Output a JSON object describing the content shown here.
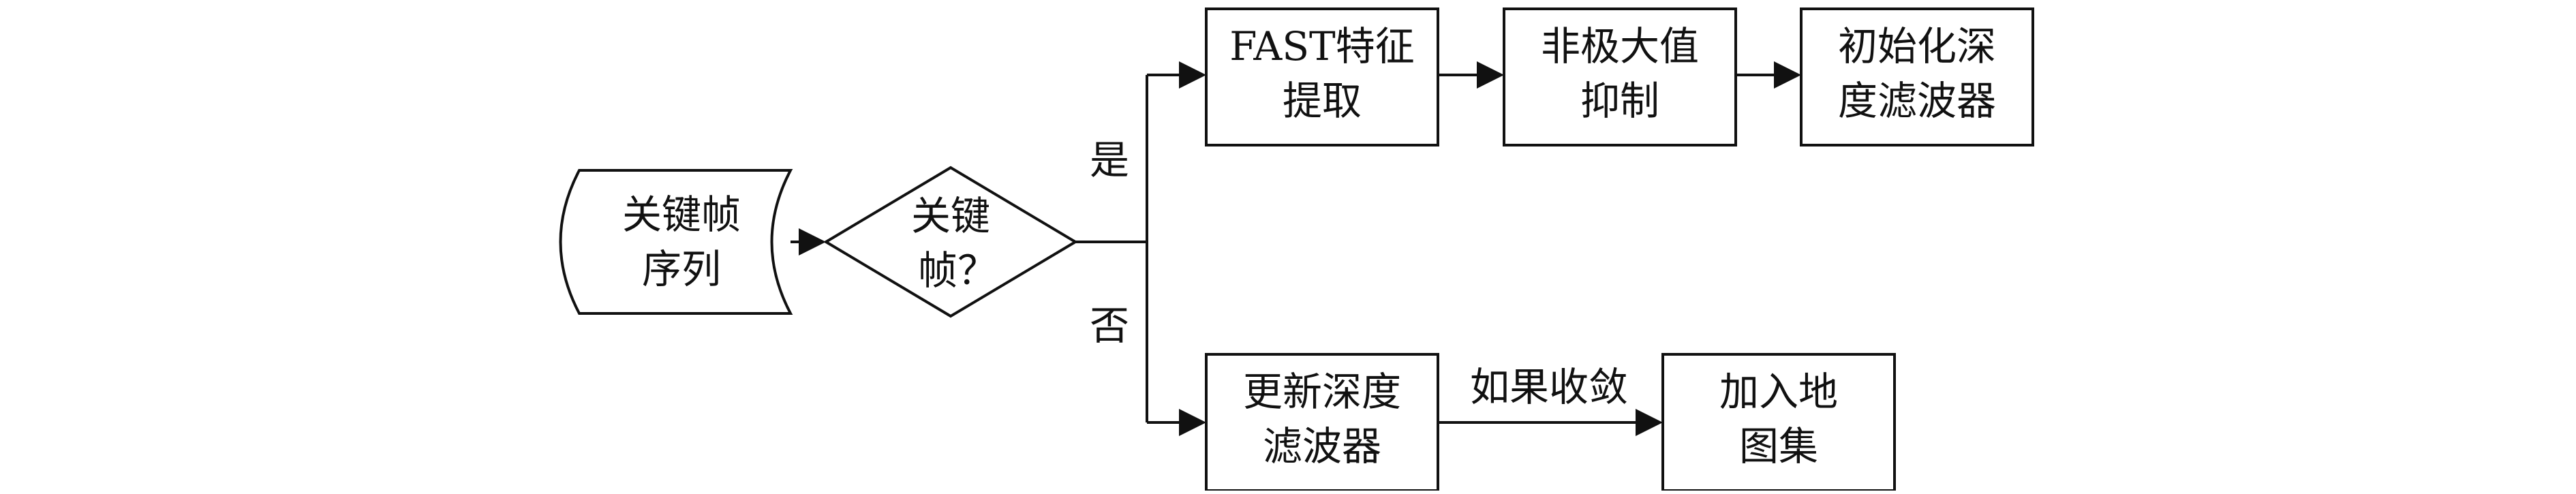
{
  "nodes": {
    "input": {
      "lines": [
        "关键帧",
        "序列"
      ]
    },
    "decision": {
      "lines": [
        "关键",
        "帧？"
      ]
    },
    "fast": {
      "lines": [
        "FAST特征",
        "提取"
      ]
    },
    "nms": {
      "lines": [
        "非极大值",
        "抑制"
      ]
    },
    "init": {
      "lines": [
        "初始化深",
        "度滤波器"
      ]
    },
    "update": {
      "lines": [
        "更新深度",
        "滤波器"
      ]
    },
    "addmap": {
      "lines": [
        "加入地",
        "图集"
      ]
    }
  },
  "edge_labels": {
    "yes": "是",
    "no": "否",
    "converge": "如果收敛"
  }
}
